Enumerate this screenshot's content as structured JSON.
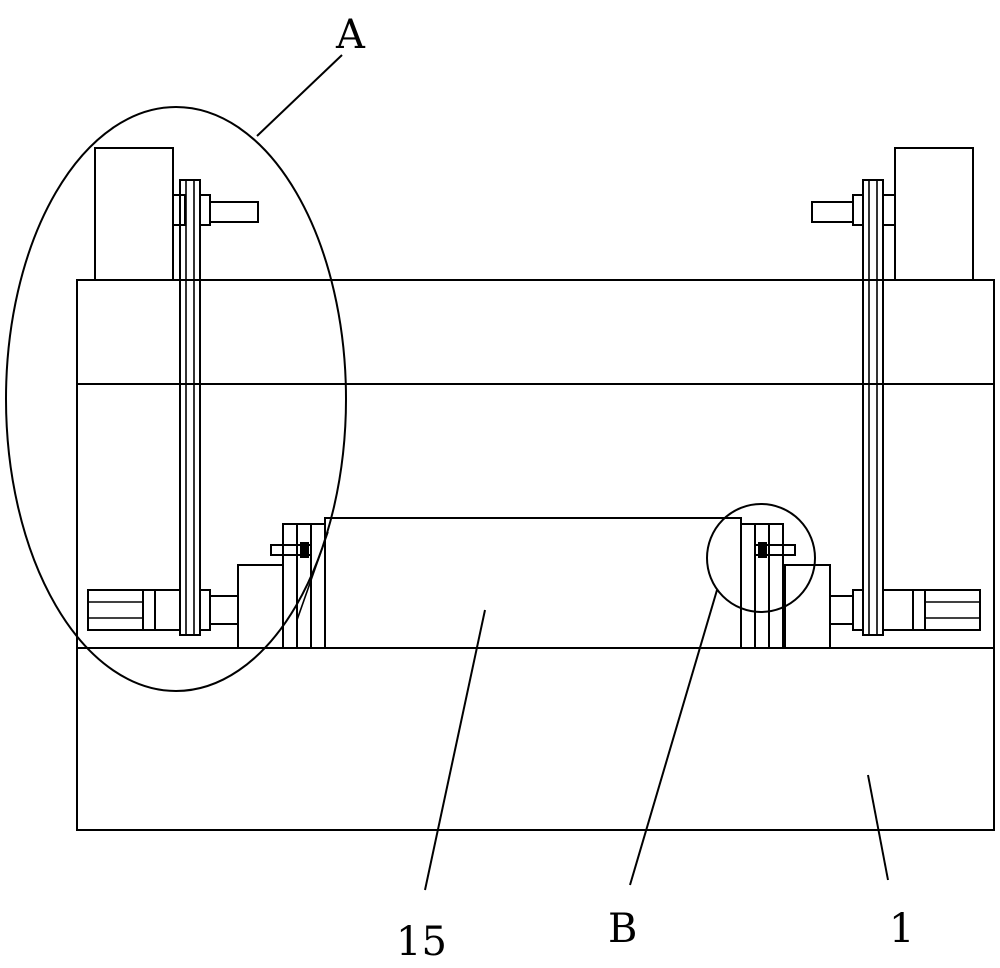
{
  "labels": {
    "detail_a": "A",
    "detail_b": "B",
    "part_15": "15",
    "part_1": "1"
  },
  "colors": {
    "line": "#000000",
    "background": "#ffffff"
  }
}
